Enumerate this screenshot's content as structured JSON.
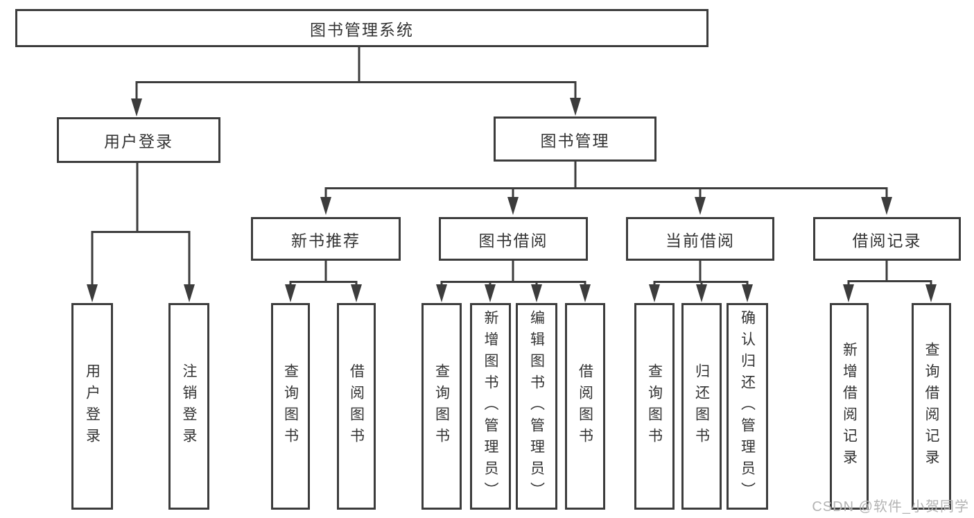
{
  "diagram": {
    "title": "图书管理系统",
    "root": {
      "label": "图书管理系统"
    },
    "level2": [
      {
        "label": "用户登录"
      },
      {
        "label": "图书管理"
      }
    ],
    "level3": [
      {
        "label": "新书推荐"
      },
      {
        "label": "图书借阅"
      },
      {
        "label": "当前借阅"
      },
      {
        "label": "借阅记录"
      }
    ],
    "login_children": [
      {
        "label": "用户登录"
      },
      {
        "label": "注销登录"
      }
    ],
    "recommend_children": [
      {
        "label": "查询图书"
      },
      {
        "label": "借阅图书"
      }
    ],
    "borrow_children": [
      {
        "label": "查询图书"
      },
      {
        "label": "新增图书（管理员）"
      },
      {
        "label": "编辑图书（管理员）"
      },
      {
        "label": "借阅图书"
      }
    ],
    "current_children": [
      {
        "label": "查询图书"
      },
      {
        "label": "归还图书"
      },
      {
        "label": "确认归还（管理员）"
      }
    ],
    "records_children": [
      {
        "label": "新增借阅记录"
      },
      {
        "label": "查询借阅记录"
      }
    ],
    "watermark": "CSDN @软件_小贺同学",
    "colors": {
      "line": "#3c3c3c",
      "text": "#333333",
      "watermark": "#b3b3b3",
      "background": "#ffffff"
    }
  }
}
